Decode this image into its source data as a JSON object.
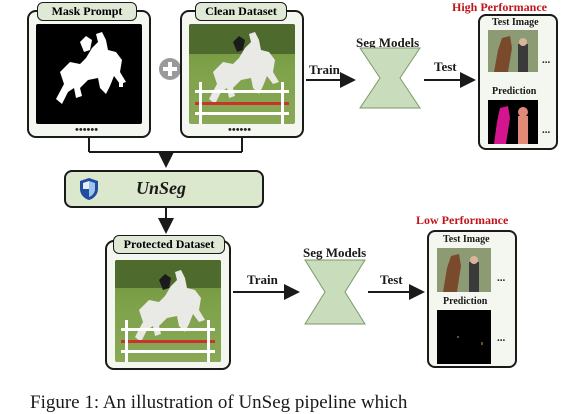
{
  "top": {
    "mask_label": "Mask Prompt",
    "clean_label": "Clean Dataset",
    "seg_models_label": "Seg Models",
    "train_label": "Train",
    "test_label": "Test",
    "performance_label": "High Performance",
    "test_image_label": "Test Image",
    "prediction_label": "Prediction",
    "dots": "••••••",
    "ellipsis": "..."
  },
  "unseg": {
    "label": "UnSeg"
  },
  "bottom": {
    "protected_label": "Protected Dataset",
    "seg_models_label": "Seg Models",
    "train_label": "Train",
    "test_label": "Test",
    "performance_label": "Low Performance",
    "test_image_label": "Test Image",
    "prediction_label": "Prediction",
    "dots": "••••••",
    "ellipsis": "..."
  },
  "caption": {
    "text": "Figure 1: An illustration of UnSeg pipeline which"
  },
  "colors": {
    "box_fill": "#f3f7ef",
    "unseg_fill": "#dce8cd",
    "model_fill": "#c9dcbb",
    "high_performance": "#c0161b",
    "low_performance": "#c0161b",
    "shield_blue": "#1f4e9e",
    "prediction_magenta": "#d4158f",
    "prediction_salmon": "#e28a78"
  }
}
